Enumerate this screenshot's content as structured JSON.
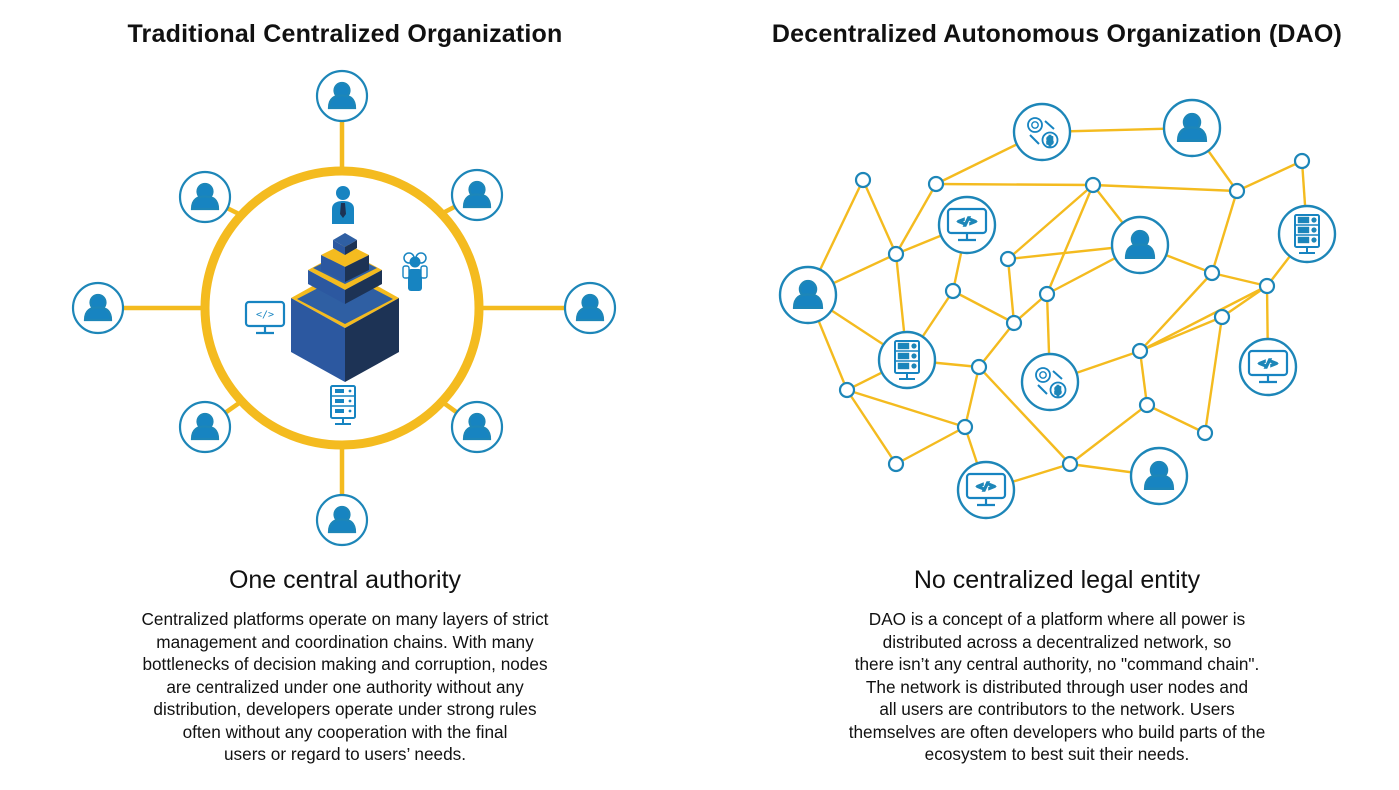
{
  "left": {
    "title": "Traditional Centralized Organization",
    "subtitle": "One central authority",
    "description_lines": [
      "Centralized platforms operate on many layers of strict",
      "management and coordination chains. With many",
      "bottlenecks of decision making and corruption, nodes",
      "are centralized under one authority without any",
      "distribution, developers operate under strong rules",
      "often without any cooperation with the final",
      "users or regard to users’ needs."
    ]
  },
  "right": {
    "title": "Decentralized Autonomous Organization (DAO)",
    "subtitle": "No centralized legal entity",
    "description_lines": [
      "DAO is a concept of a platform where all power is",
      "distributed across a decentralized network, so",
      "there isn’t any central authority, no \"command chain\".",
      "The network is distributed through user nodes and",
      "all users are contributors to the network. Users",
      "themselves are often developers who build parts of the",
      "ecosystem to best suit their needs."
    ]
  },
  "icons": {
    "code_glyph": "</>",
    "dollar_glyph": "$"
  },
  "colors": {
    "accent_yellow": "#f4bb1f",
    "node_blue": "#1d86b8",
    "icon_blue": "#1784c1",
    "cube_dark": "#1f3a64",
    "cube_light": "#2f5fa3"
  }
}
